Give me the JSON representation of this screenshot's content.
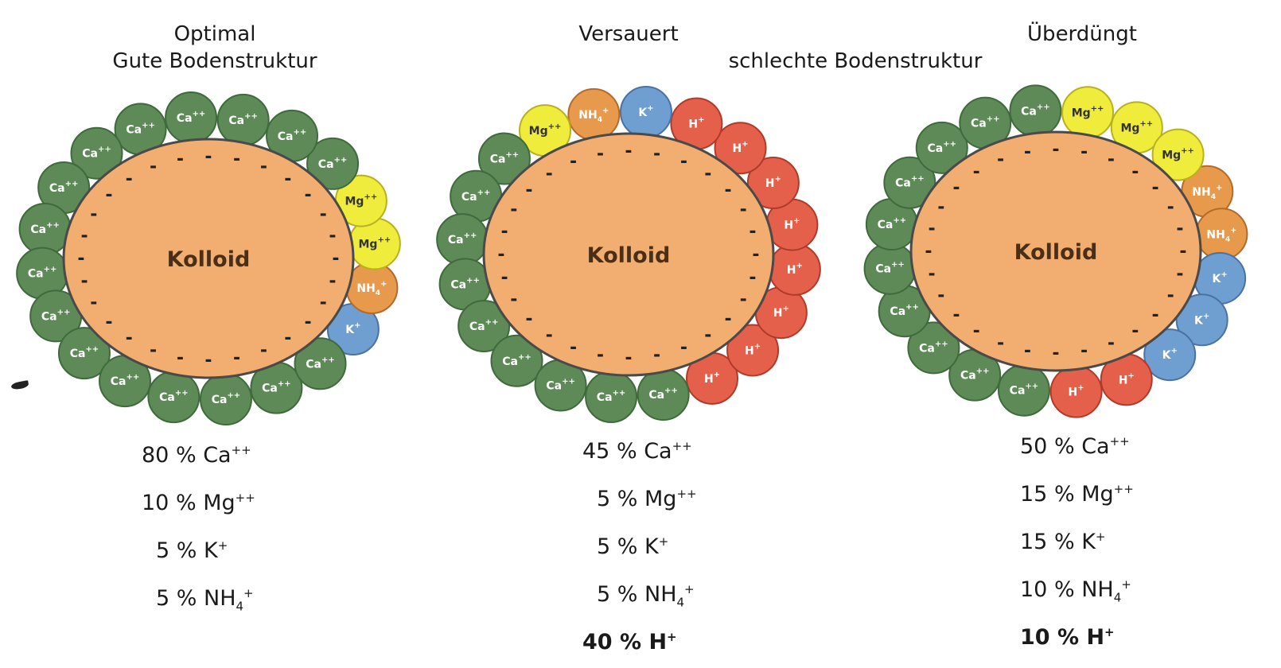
{
  "panels": [
    {
      "id": "optimal",
      "title_line1": "Optimal",
      "title_line2": "Gute Bodenstruktur",
      "center_label": "Kolloid",
      "ions": [
        "K+",
        "NH4+",
        "Mg++",
        "Mg++",
        "Ca++",
        "Ca++",
        "Ca++",
        "Ca++",
        "Ca++",
        "Ca++",
        "Ca++",
        "Ca++",
        "Ca++",
        "Ca++",
        "Ca++",
        "Ca++",
        "Ca++",
        "Ca++",
        "Ca++",
        "Ca++"
      ],
      "stats": [
        {
          "pct": "80 %",
          "ion": "Ca",
          "charge": "++",
          "sub": "",
          "bold": false
        },
        {
          "pct": "10 %",
          "ion": "Mg",
          "charge": "++",
          "sub": "",
          "bold": false
        },
        {
          "pct": "5 %",
          "ion": "K",
          "charge": "+",
          "sub": "",
          "bold": false
        },
        {
          "pct": "5 %",
          "ion": "NH",
          "charge": "+",
          "sub": "4",
          "bold": false
        }
      ]
    },
    {
      "id": "versauert",
      "title_line1": "Versauert",
      "title_line2": "schlechte Bodenstruktur",
      "center_label": "Kolloid",
      "ions": [
        "H+",
        "H+",
        "H+",
        "H+",
        "H+",
        "H+",
        "H+",
        "H+",
        "K+",
        "NH4+",
        "Mg++",
        "Ca++",
        "Ca++",
        "Ca++",
        "Ca++",
        "Ca++",
        "Ca++",
        "Ca++",
        "Ca++",
        "Ca++"
      ],
      "stats": [
        {
          "pct": "45 %",
          "ion": "Ca",
          "charge": "++",
          "sub": "",
          "bold": false
        },
        {
          "pct": "5 %",
          "ion": "Mg",
          "charge": "++",
          "sub": "",
          "bold": false
        },
        {
          "pct": "5 %",
          "ion": "K",
          "charge": "+",
          "sub": "",
          "bold": false
        },
        {
          "pct": "5 %",
          "ion": "NH",
          "charge": "+",
          "sub": "4",
          "bold": false
        },
        {
          "pct": "40 %",
          "ion": "H",
          "charge": "+",
          "sub": "",
          "bold": true
        }
      ]
    },
    {
      "id": "ueberduengt",
      "title_line1": "Überdüngt",
      "title_line2": "",
      "center_label": "Kolloid",
      "ions": [
        "NH4+",
        "NH4+",
        "K+",
        "K+",
        "K+",
        "H+",
        "H+",
        "Ca++",
        "Ca++",
        "Ca++",
        "Ca++",
        "Ca++",
        "Ca++",
        "Ca++",
        "Ca++",
        "Ca++",
        "Ca++",
        "Mg++",
        "Mg++",
        "Mg++"
      ],
      "stats": [
        {
          "pct": "50 %",
          "ion": "Ca",
          "charge": "++",
          "sub": "",
          "bold": false
        },
        {
          "pct": "15 %",
          "ion": "Mg",
          "charge": "++",
          "sub": "",
          "bold": false
        },
        {
          "pct": "15 %",
          "ion": "K",
          "charge": "+",
          "sub": "",
          "bold": false
        },
        {
          "pct": "10 %",
          "ion": "NH",
          "charge": "+",
          "sub": "4",
          "bold": false
        },
        {
          "pct": "10 %",
          "ion": "H",
          "charge": "+",
          "sub": "",
          "bold": true
        }
      ]
    }
  ],
  "ion_types": {
    "Ca++": {
      "label": "Ca",
      "charge": "++",
      "sub": "",
      "color": "#5e8a57",
      "stroke": "#3f6a3c",
      "text_dark": false
    },
    "Mg++": {
      "label": "Mg",
      "charge": "++",
      "sub": "",
      "color": "#f0ec3c",
      "stroke": "#b9b020",
      "text_dark": true
    },
    "NH4+": {
      "label": "NH",
      "charge": "+",
      "sub": "4",
      "color": "#e79a4c",
      "stroke": "#b46a2a",
      "text_dark": false
    },
    "K+": {
      "label": "K",
      "charge": "+",
      "sub": "",
      "color": "#6f9ed0",
      "stroke": "#4a72a3",
      "text_dark": false
    },
    "H+": {
      "label": "H",
      "charge": "+",
      "sub": "",
      "color": "#e5604a",
      "stroke": "#b03a2a",
      "text_dark": false
    }
  },
  "colloid_color": "#f2ad70",
  "colloid_stroke": "#4a4a4a"
}
